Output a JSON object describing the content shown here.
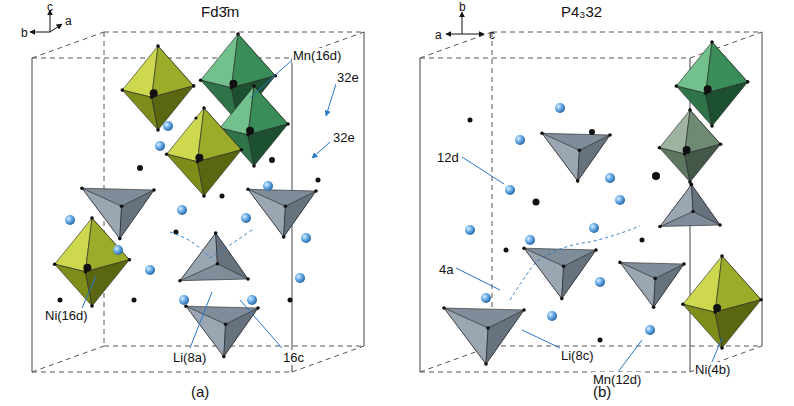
{
  "diagram": {
    "labels": [
      "c",
      "b",
      "a",
      "Fd3̄m",
      "Mn(16d)",
      "32e",
      "32e",
      "Ni(16d)",
      "Li(8a)",
      "16c",
      "(a)",
      "b",
      "a",
      "c",
      "P4₃32",
      "12d",
      "4a",
      "Li(8c)",
      "Mn(12d)",
      "Ni(4b)",
      "(b)"
    ]
  }
}
